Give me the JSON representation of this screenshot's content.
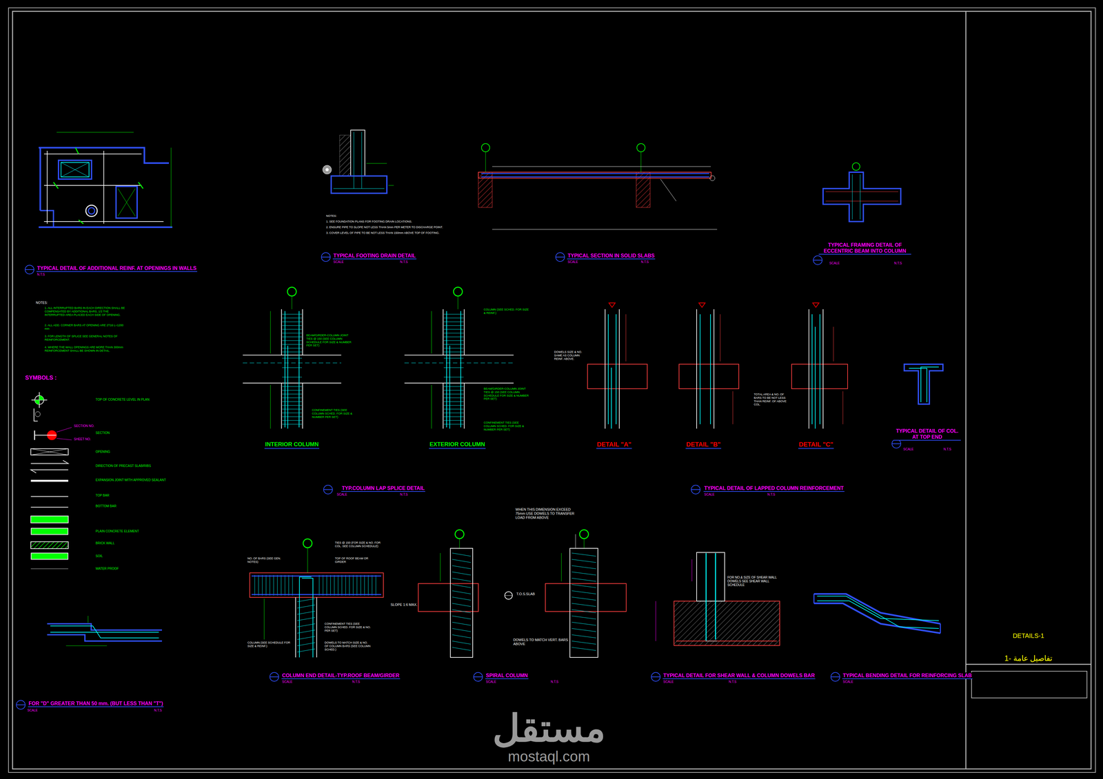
{
  "diagram": {
    "nodes": [
      {
        "text": [
          "DETAILS-1",
          "تفاصيل عامة -1"
        ]
      }
    ],
    "labels": [
      "TYPICAL DETAIL OF ADDITIONAL REINF. AT OPENINGS IN WALLS",
      "N.T.S",
      "TYPICAL FOOTING DRAIN DETAIL",
      "SCALE",
      "N.T.S",
      "TYPICAL SECTION IN SOLID SLABS",
      "SCALE",
      "N.T.S",
      "TYPICAL FRAMING DETAIL OF ECCENTRIC BEAM INTO COLUMN",
      "SCALE",
      "N.T.S",
      "INTERIOR COLUMN",
      "EXTERIOR COLUMN",
      "TYP.COLUMN LAP SPLICE DETAIL",
      "SCALE",
      "N.T.S",
      "DETAIL \"A\"",
      "DETAIL \"B\"",
      "DETAIL \"C\"",
      "TYPICAL DETAIL OF COL. AT TOP END",
      "SCALE",
      "N.T.S",
      "TYPICAL DETAIL OF LAPPED COLUMN REINFORCEMENT",
      "SCALE",
      "N.T.S",
      "COLUMN END DETAIL-TYP.ROOF BEAM/GIRDER",
      "SCALE",
      "N.T.S",
      "SPIRAL COLUMN",
      "SCALE",
      "N.T.S",
      "TYPICAL DETAIL FOR SHEAR WALL & COLUMN DOWELS BAR",
      "SCALE",
      "N.T.S",
      "TYPICAL BENDING DETAIL FOR REINFORCING SLAB",
      "SCALE",
      "FOR \"D\" GREATER THAN  50 mm. (BUT LESS THAN \"T\")",
      "SCALE",
      "N.T.S",
      "SYMBOLS :",
      "SECTION NO.",
      "SHEET NO.",
      "NOTES:",
      "1. ALL INTERRUPTED BARS IN EACH DIRECTION SHALL BE COMPENSATED BY ADDITIONAL BARS, 1/2 THE INTERRUPTED AREA PLACED EACH SIDE OF OPENING.",
      "2. ALL ADD. CORNER BARS AT OPENING ARE 2T16 L=1200 mm",
      "3. FOR LENGTH OF SPLICE SEE GENERAL NOTES OF REINFORCEMENT.",
      "4. WHERE THE WALL OPENINGS ARE MORE THAN 300mm REINFORCEMENT SHALL BE SHOWN IN DETAIL.",
      "NOTES:",
      "1. SEE FOUNDATION PLANS FOR FOOTING DRAIN LOCATIONS.",
      "2. ENSURE PIPE TO SLOPE NOT LESS THAN 5mm PER METER TO DISCHARGE POINT.",
      "3. COVER LEVEL OF PIPE TO BE NOT LESS THAN 150mm ABOVE TOP OF FOOTING.",
      "BEAM/GIRDER-COLUMN JOINT TIES @ 150 (SEE COLUMN SCHEDULE FOR SIZE & NUMBER PER SET)",
      "CONFINEMENT TIES (SEE COLUMN SCHED. FOR SIZE & NUMBER PER SET)",
      "COLUMN (SEE SCHED. FOR SIZE & REINF.)",
      "BEAM/GIRDER-COLUMN JOINT TIES @ 150 (SEE COLUMN SCHEDULE FOR SIZE & NUMBER PER SET)",
      "CONFINEMENT TIES (SEE COLUMN SCHED. FOR SIZE & NUMBER PER SET)",
      "DOWELS SIZE & NO. SAME AS COLUMN REINF. ABOVE.",
      "TOTAL AREA & NO. OF BARS TO BE NOT LESS THAN REINF. OF ABOVE COL.",
      "WHEN THIS DIMENSION EXCEED 75mm USE DOWELS TO TRANSFER LOAD FROM ABOVE",
      "T.O.S.SLAB",
      "SLOPE 1:6 MAX.",
      "DOWELS TO MATCH VERT. BARS ABOVE",
      "FOR NO.& SIZE OF SHEAR WALL DOWELS SEE SHEAR WALL SCHEDULE",
      "TIES @ 150 (FOR SIZE & NO. FOR COL. SEE COLUMN SCHEDULE)",
      "TOP OF ROOF BEAM OR GIRDER",
      "CONFINEMENT TIES (SEE COLUMN SCHED. FOR SIZE & NO. PER SET)",
      "DOWELS TO MATCH SIZE & NO. OF COLUMN BARS (SEE COLUMN SCHED.)",
      "COLUMN (SEE SCHEDULE FOR SIZE & REINF.)",
      "NO. OF BARS (SEE GEN. NOTES)",
      "مستقل",
      "mostaql.com"
    ],
    "legend": [
      {
        "text": "TOP OF CONCRETE LEVEL IN PLAN"
      },
      {
        "text": "SECTION"
      },
      {
        "text": "OPENING"
      },
      {
        "text": "DIRECTION OF PRECAST SLAB/RIBS"
      },
      {
        "text": "EXPANSION JOINT WITH APPROVED SEALANT"
      },
      {
        "text": "TOP BAR"
      },
      {
        "text": "BOTTOM BAR"
      },
      {
        "text": "PLAIN CONCRETE ELEMENT",
        "color": "#00ff00"
      },
      {
        "text": "BRICK WALL"
      },
      {
        "text": "SOIL",
        "color": "#00ff00"
      },
      {
        "text": "WATER PROOF"
      }
    ]
  }
}
